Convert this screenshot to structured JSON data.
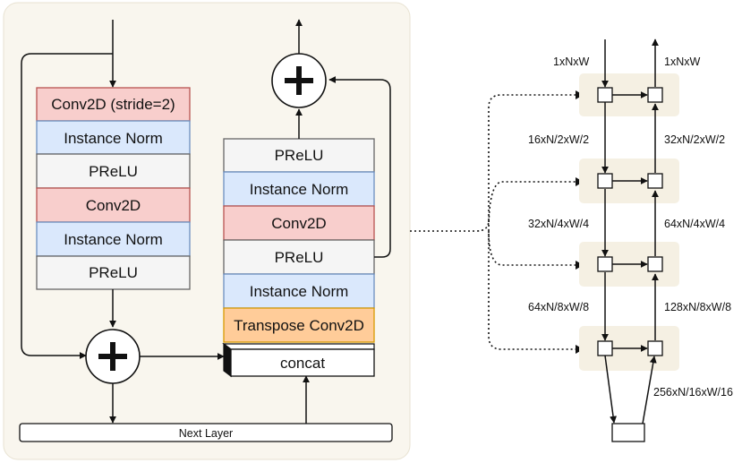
{
  "down_block": {
    "layers": [
      {
        "label": "Conv2D (stride=2)",
        "color": "#f8cecc"
      },
      {
        "label": "Instance Norm",
        "color": "#dae8fc"
      },
      {
        "label": "PReLU",
        "color": "#f5f5f5"
      },
      {
        "label": "Conv2D",
        "color": "#f8cecc"
      },
      {
        "label": "Instance Norm",
        "color": "#dae8fc"
      },
      {
        "label": "PReLU",
        "color": "#f5f5f5"
      }
    ]
  },
  "up_block": {
    "layers": [
      {
        "label": "PReLU",
        "color": "#f5f5f5"
      },
      {
        "label": "Instance Norm",
        "color": "#dae8fc"
      },
      {
        "label": "Conv2D",
        "color": "#f8cecc"
      },
      {
        "label": "PReLU",
        "color": "#f5f5f5"
      },
      {
        "label": "Instance Norm",
        "color": "#dae8fc"
      },
      {
        "label": "Transpose Conv2D",
        "color": "#ffcc99"
      }
    ],
    "concat_label": "concat"
  },
  "next_layer_label": "Next Layer",
  "unet": {
    "left_labels": [
      "1xNxW",
      "16xN/2xW/2",
      "32xN/4xW/4",
      "64xN/8xW/8"
    ],
    "right_labels": [
      "1xNxW",
      "32xN/2xW/2",
      "64xN/4xW/4",
      "128xN/8xW/8",
      "256xN/16xW/16"
    ]
  },
  "colors": {
    "panel_bg": "#f9f6ee",
    "level_bg": "#f5f0e3",
    "conv": "#f8cecc",
    "norm": "#dae8fc",
    "prelu": "#f5f5f5",
    "transpose": "#ffcc99"
  }
}
